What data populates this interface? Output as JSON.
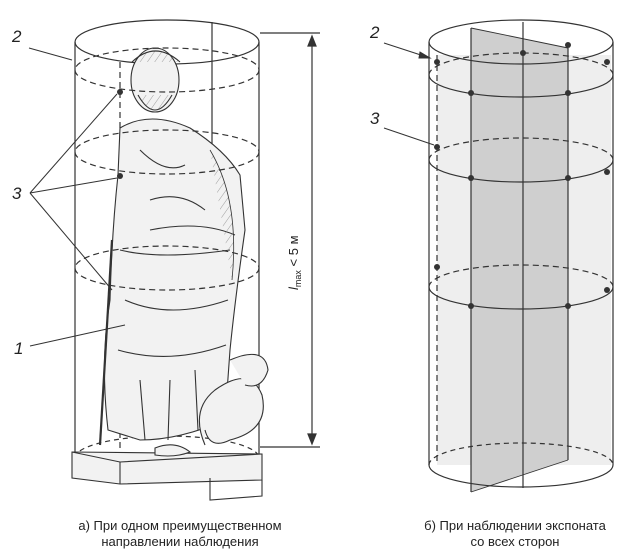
{
  "diagram": {
    "label_2": "2",
    "label_3": "3",
    "label_1": "1",
    "dimension_symbol": "l",
    "dimension_sub": "max",
    "dimension_rest": " < 5 м",
    "caption_a_line1": "а) При одном преимущественном",
    "caption_a_line2": "направлении наблюдения",
    "caption_b_line1": "б) При наблюдении экспоната",
    "caption_b_line2": "со всех сторон"
  },
  "colors": {
    "line": "#333333",
    "plane_fill": "#cfcfcf",
    "statue_fill": "#f2f2f2"
  }
}
